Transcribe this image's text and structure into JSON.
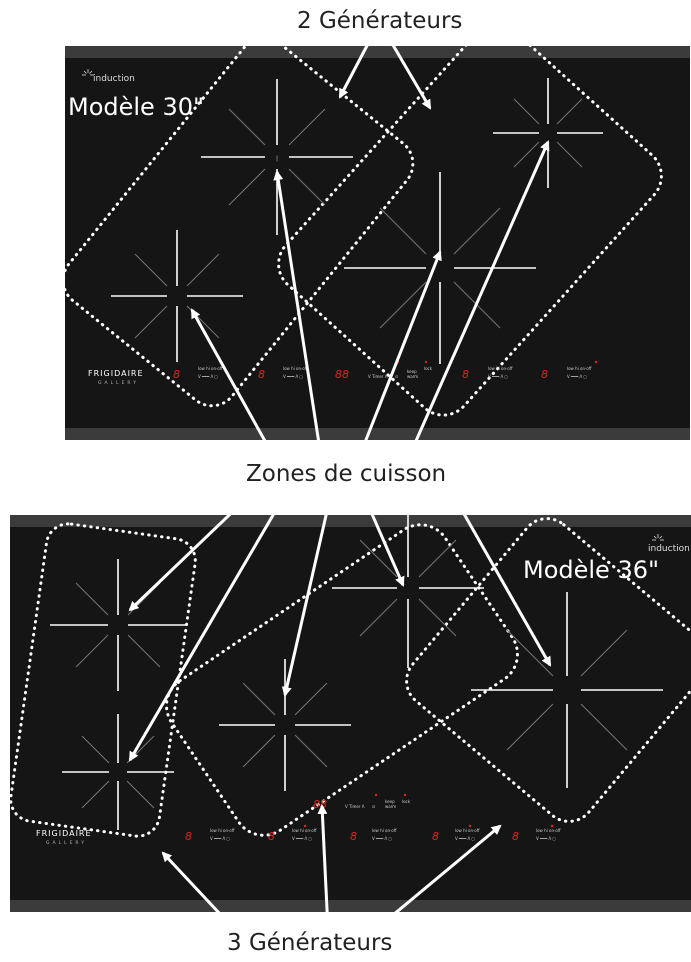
{
  "labels": {
    "top_generators": "2 Générateurs",
    "middle_zones": "Zones de cuisson",
    "bottom_generators": "3 Générateurs"
  },
  "cooktop_30": {
    "model": "Modèle 30\"",
    "brand": "FRIGIDAIRE",
    "brand_sub": "GALLERY",
    "induction": "induction",
    "control_small": [
      "low",
      "hi",
      "on·off"
    ],
    "control_timer": "V  Timer  Λ",
    "control_keep": "keep warm",
    "control_lock": "lock",
    "digits_single": "8",
    "digits_double": "88"
  },
  "cooktop_36": {
    "model": "Modèle 36\"",
    "brand": "FRIGIDAIRE",
    "brand_sub": "GALLERY",
    "induction": "induction",
    "control_timer": "V  Timer  Λ",
    "control_keep": "keep warm",
    "control_lock": "lock",
    "digits_single": "8",
    "digits_double": "88"
  },
  "colors": {
    "cooktop": "#151515",
    "trim": "#3a3a3a",
    "burner_line": "#ffffff",
    "display": "#d9261c",
    "dots": "#ffffff",
    "arrow": "#ffffff"
  }
}
